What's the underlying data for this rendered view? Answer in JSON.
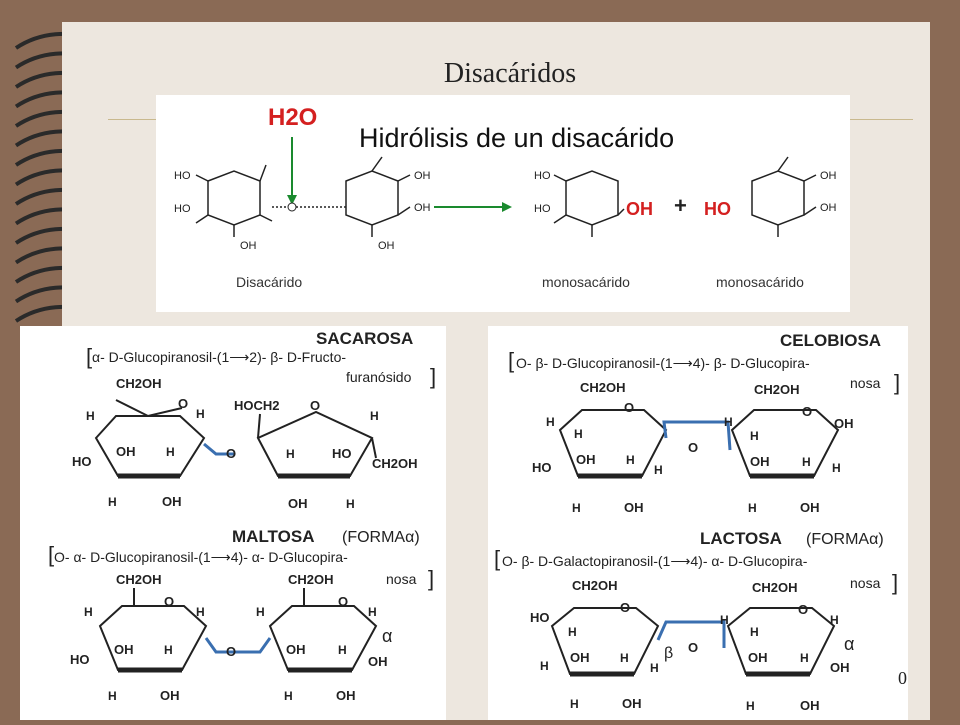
{
  "slide": {
    "title": "Disacáridos",
    "page_number": "0"
  },
  "hydrolysis": {
    "title": "Hidrólisis de un disacárido",
    "water": "H2O",
    "plus": "+",
    "oh": "OH",
    "ho": "HO",
    "o": "O",
    "ring_labels": [
      "HO",
      "OH"
    ],
    "captions": [
      "Disacárido",
      "monosacárido",
      "monosacárido"
    ]
  },
  "sacarosa": {
    "name": "SACAROSA",
    "formula_line1": "α- D-Glucopiranosil-(1⟶2)- β- D-Fructo-",
    "formula_line2": "furanósido"
  },
  "maltosa": {
    "name": "MALTOSA",
    "form": "(FORMAα)",
    "formula_line1": "O- α- D-Glucopiranosil-(1⟶4)- α- D-Glucopira-",
    "formula_line2": "nosa"
  },
  "celobiosa": {
    "name": "CELOBIOSA",
    "formula_line1": "O- β- D-Glucopiranosil-(1⟶4)- β- D-Glucopira-",
    "formula_line2": "nosa"
  },
  "lactosa": {
    "name": "LACTOSA",
    "form": "(FORMAα)",
    "formula_line1": "O- β- D-Galactopiranosil-(1⟶4)- α- D-Glucopira-",
    "formula_line2": "nosa"
  },
  "atoms": {
    "ch2oh": "CH2OH",
    "hoch2": "HOCH2",
    "h": "H",
    "oh": "OH",
    "ho": "HO",
    "o": "O",
    "alpha": "α",
    "beta": "β"
  },
  "colors": {
    "bond_green": "#1a8a2e",
    "water_red": "#d42020",
    "link_blue": "#3a6fb0",
    "number_pink": "#c0308a",
    "background": "#8a6a55"
  }
}
